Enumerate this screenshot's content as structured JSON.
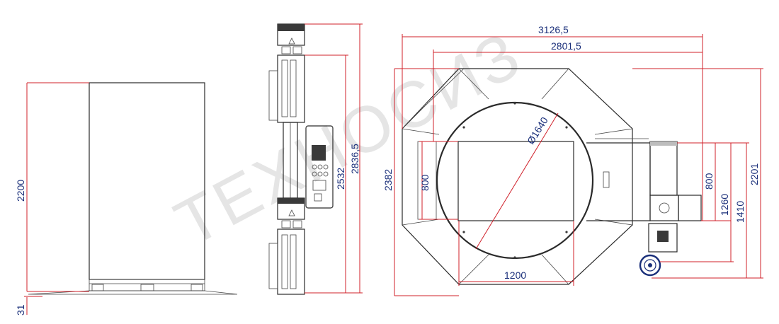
{
  "watermark": {
    "text": "ТЕХНОСИЗ"
  },
  "colors": {
    "dimension_line": "#d0202a",
    "dimension_text": "#1a2f7a",
    "outline": "#2a2a2a"
  },
  "dimensions": {
    "pallet_height": "2200",
    "pallet_base": "31",
    "mast_inner": "2532",
    "mast_outer": "2836,5",
    "total_width": "3126,5",
    "ring_width": "2801,5",
    "total_depth": "2382",
    "table_diameter": "Ø1640",
    "platform_left": "800",
    "platform_right": "800",
    "bottom_width": "1200",
    "arm_1260": "1260",
    "arm_1410": "1410",
    "arm_2201": "2201"
  }
}
